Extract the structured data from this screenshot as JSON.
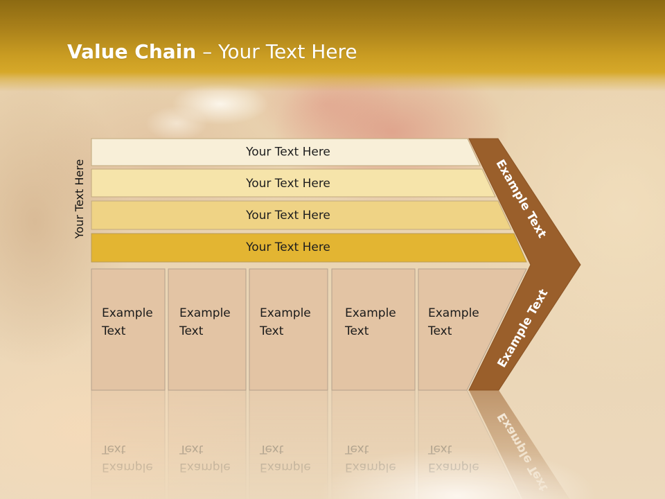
{
  "slide": {
    "title": {
      "bold": "Value Chain",
      "rest": " – Your Text Here"
    },
    "side_label": "Your Text Here"
  },
  "bars": [
    {
      "label": "Your Text Here"
    },
    {
      "label": "Your Text Here"
    },
    {
      "label": "Your Text Here"
    },
    {
      "label": "Your Text Here"
    }
  ],
  "boxes": [
    {
      "label": "Example Text"
    },
    {
      "label": "Example Text"
    },
    {
      "label": "Example Text"
    },
    {
      "label": "Example Text"
    },
    {
      "label": "Example Text"
    }
  ],
  "chevron": {
    "upper_label": "Example Text",
    "lower_label": "Example Text"
  },
  "colors": {
    "title_bar_top": "#8C6A12",
    "title_bar_bottom": "#D6A829",
    "title_text": "#FFFFFF",
    "bar_fills": [
      "#F8EFD8",
      "#F6E4AA",
      "#EFD385",
      "#E3B532"
    ],
    "box_fill": "#E3C4A4",
    "chevron_fill": "#9A5F2B"
  }
}
